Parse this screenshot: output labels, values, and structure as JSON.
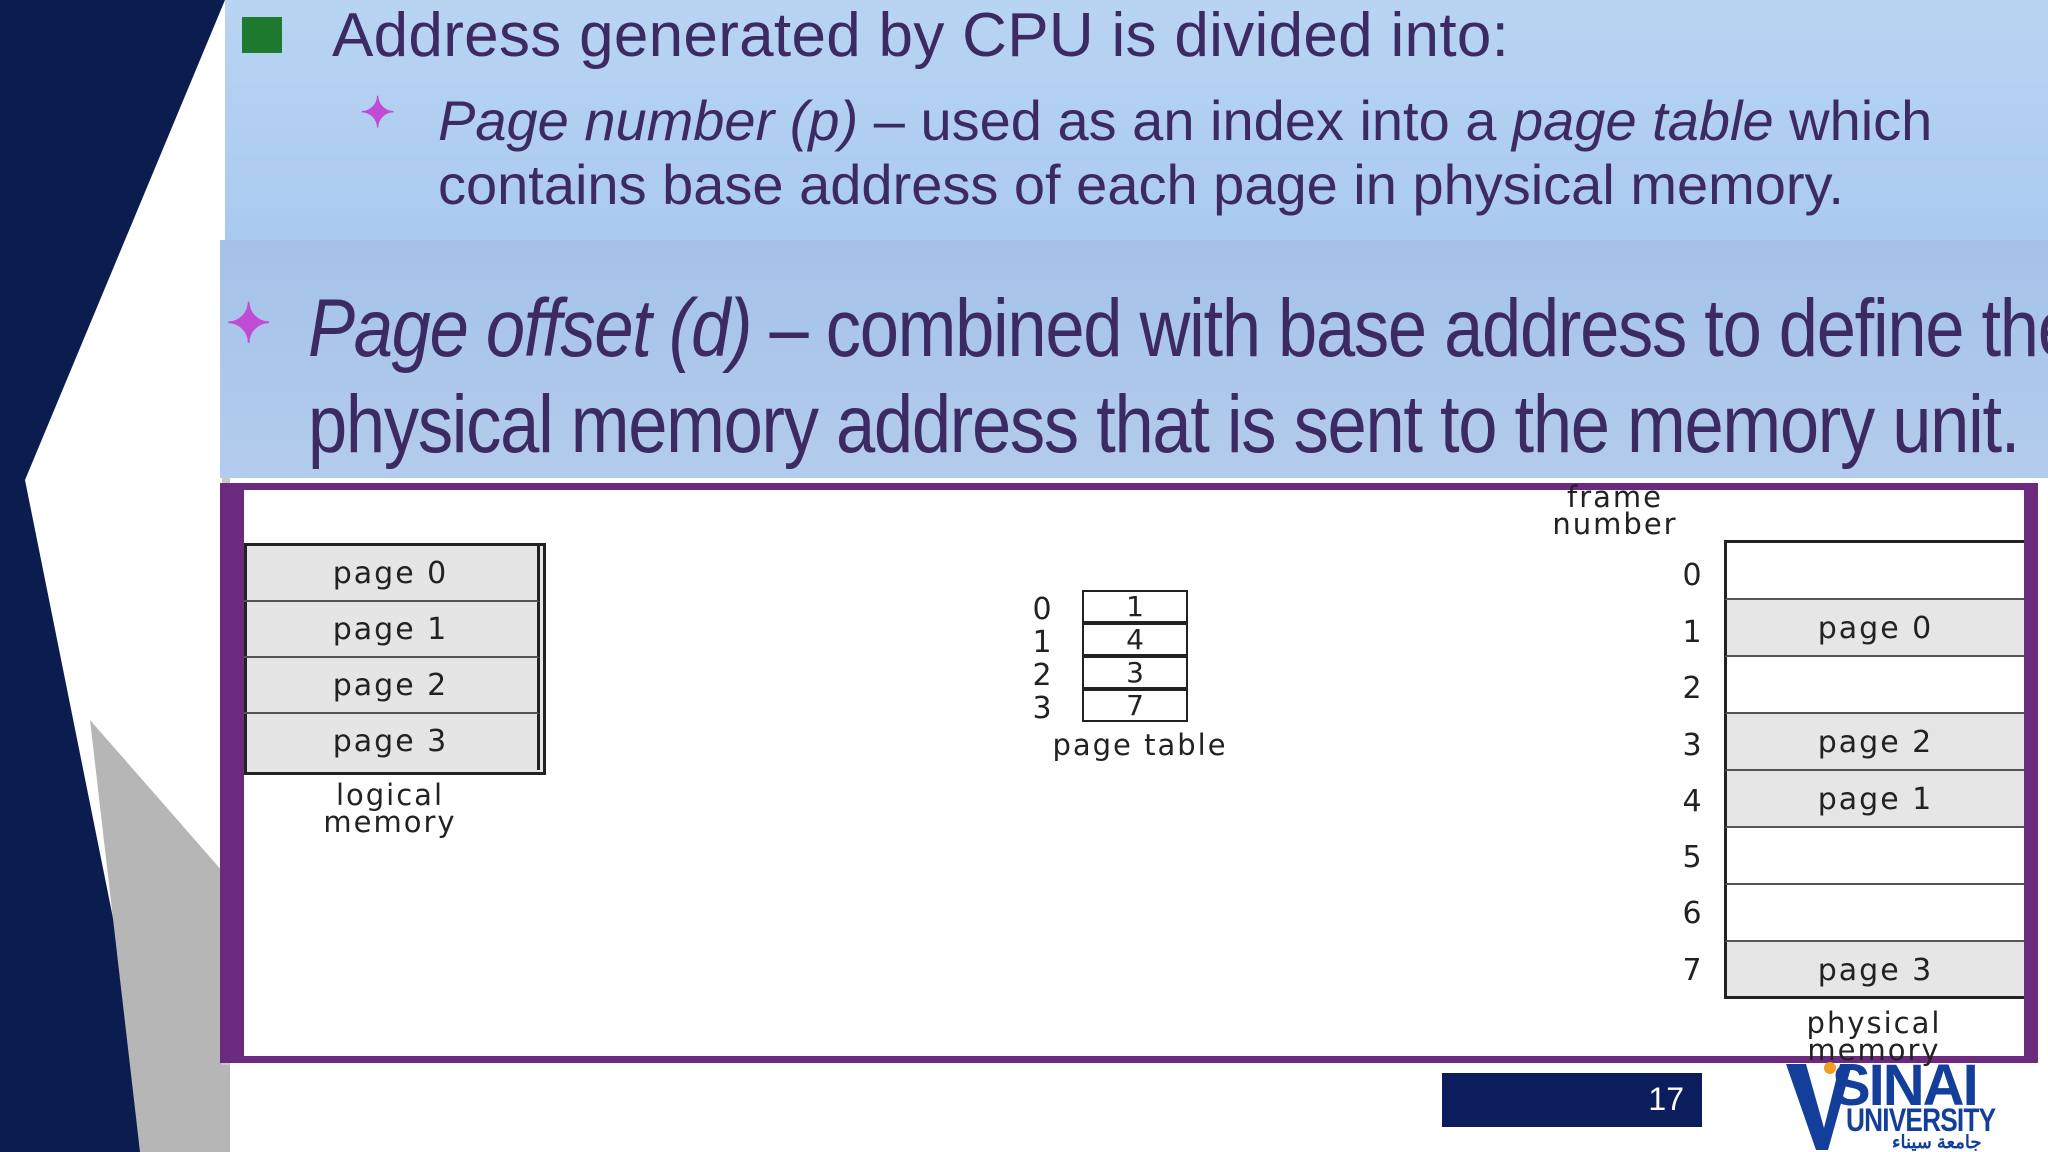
{
  "slide": {
    "heading": "Address generated by CPU is divided into:",
    "sub_bullets": [
      {
        "term": "Page number (p)",
        "dash": " – used as an index into a ",
        "term2": "page table",
        "rest": " which",
        "line2": "contains base address of each page in physical memory."
      }
    ],
    "offset_bullet": {
      "term": "Page offset (d)",
      "rest": " – combined with base address to define the",
      "line2": "physical memory address that is sent to the memory unit."
    },
    "slide_number": "17"
  },
  "diagram": {
    "logical_memory": {
      "cells": [
        "page 0",
        "page 1",
        "page 2",
        "page 3"
      ],
      "caption_line1": "logical",
      "caption_line2": "memory"
    },
    "page_table": {
      "indices": [
        "0",
        "1",
        "2",
        "3"
      ],
      "frames": [
        "1",
        "4",
        "3",
        "7"
      ],
      "caption": "page table"
    },
    "physical_memory": {
      "header_line1": "frame",
      "header_line2": "number",
      "frame_numbers": [
        "0",
        "1",
        "2",
        "3",
        "4",
        "5",
        "6",
        "7"
      ],
      "cells": [
        "",
        "page 0",
        "",
        "page 2",
        "page 1",
        "",
        "",
        "page 3"
      ],
      "caption_line1": "physical",
      "caption_line2": "memory"
    }
  },
  "logo": {
    "name": "SINAI",
    "subtitle": "UNIVERSITY",
    "arabic": "جامعة سيناء"
  },
  "colors": {
    "navy": "#0b1d5c",
    "bullet_green": "#1d7a2f",
    "star_magenta": "#c24bd6",
    "frame_purple": "#6b2a7e"
  }
}
